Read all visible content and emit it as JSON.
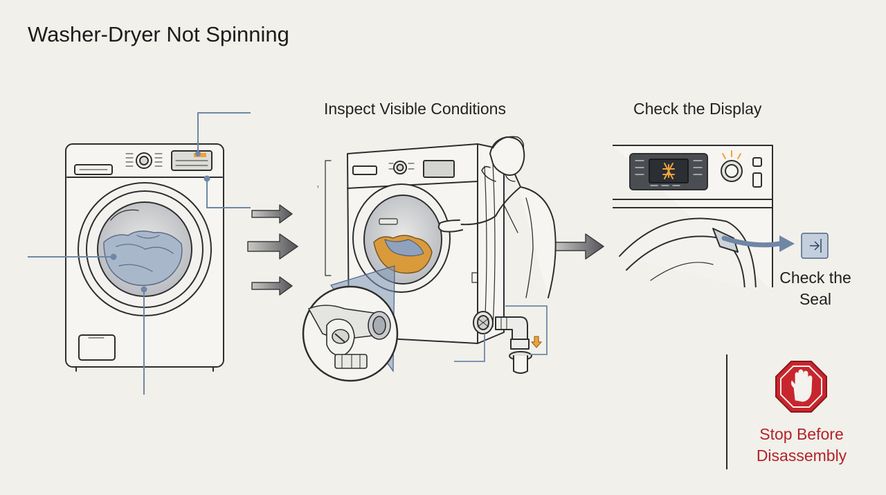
{
  "title": "Washer-Dryer Not Spinning",
  "sections": {
    "inspect": "Inspect Visible Conditions",
    "display": "Check the Display"
  },
  "labels": {
    "seal": "Check the Seal",
    "stop": "Stop Before Disassembly"
  },
  "colors": {
    "background": "#f1f0ea",
    "sketch_line": "#2e2e2e",
    "callout_line": "#6f87a6",
    "laundry_blue": "#9fb2cc",
    "laundry_orange": "#d99a3c",
    "warning_amber": "#f0a23a",
    "stop_red": "#c8262e",
    "stop_text": "#b3232a"
  },
  "icons": [
    "washer-front-illustration",
    "person-inspecting-washer-illustration",
    "drain-pump-filter-magnifier",
    "drain-hose-trap",
    "control-panel-display",
    "warning-light-icon",
    "door-seal-icon",
    "stop-hand-icon",
    "flow-arrow-icon"
  ]
}
